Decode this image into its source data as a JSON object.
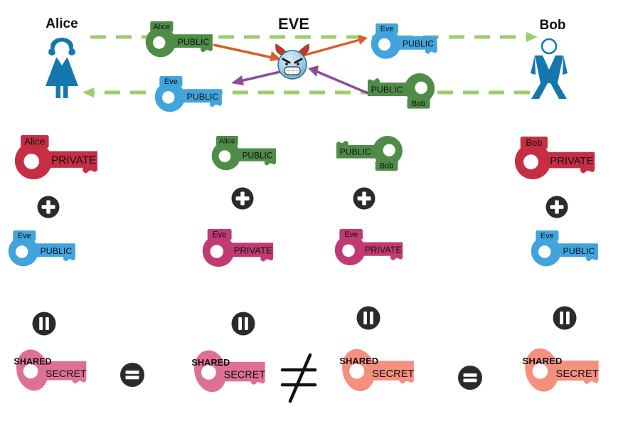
{
  "header": {
    "alice": "Alice",
    "eve": "EVE",
    "bob": "Bob"
  },
  "exchange": {
    "alice_sends": {
      "owner": "Alice",
      "type": "PUBLIC"
    },
    "eve_sends_bob": {
      "owner": "Eve",
      "type": "PUBLIC"
    },
    "eve_sends_alice": {
      "owner": "Eve",
      "type": "PUBLIC"
    },
    "bob_sends": {
      "owner": "Bob",
      "type": "PUBLIC"
    }
  },
  "columns": [
    {
      "top": {
        "owner": "Alice",
        "type": "PRIVATE"
      },
      "bottom": {
        "owner": "Eve",
        "type": "PUBLIC"
      },
      "result": {
        "line1": "SHARED",
        "line2": "SECRET"
      }
    },
    {
      "top": {
        "owner": "Alice",
        "type": "PUBLIC"
      },
      "bottom": {
        "owner": "Eve",
        "type": "PRIVATE"
      },
      "result": {
        "line1": "SHARED",
        "line2": "SECRET"
      }
    },
    {
      "top": {
        "owner": "Bob",
        "type": "PUBLIC"
      },
      "bottom": {
        "owner": "Eve",
        "type": "PRIVATE"
      },
      "result": {
        "line1": "SHARED",
        "line2": "SECRET"
      }
    },
    {
      "top": {
        "owner": "Bob",
        "type": "PRIVATE"
      },
      "bottom": {
        "owner": "Eve",
        "type": "PUBLIC"
      },
      "result": {
        "line1": "SHARED",
        "line2": "SECRET"
      }
    }
  ],
  "operators": {
    "combine": "+",
    "derive": "‖",
    "equal": "=",
    "not_equal": "≠"
  },
  "colors": {
    "public_green": "#4E8C48",
    "public_blue": "#41A4DD",
    "private_red": "#C62E44",
    "private_magenta": "#C13A74",
    "shared_pink": "#DF7095",
    "shared_salmon": "#F5907E",
    "person": "#1478AE",
    "dash_green": "#9BCE6B",
    "arrow_orange": "#D2622A",
    "arrow_purple": "#8E4A9B",
    "operator": "#2B2B2B"
  }
}
